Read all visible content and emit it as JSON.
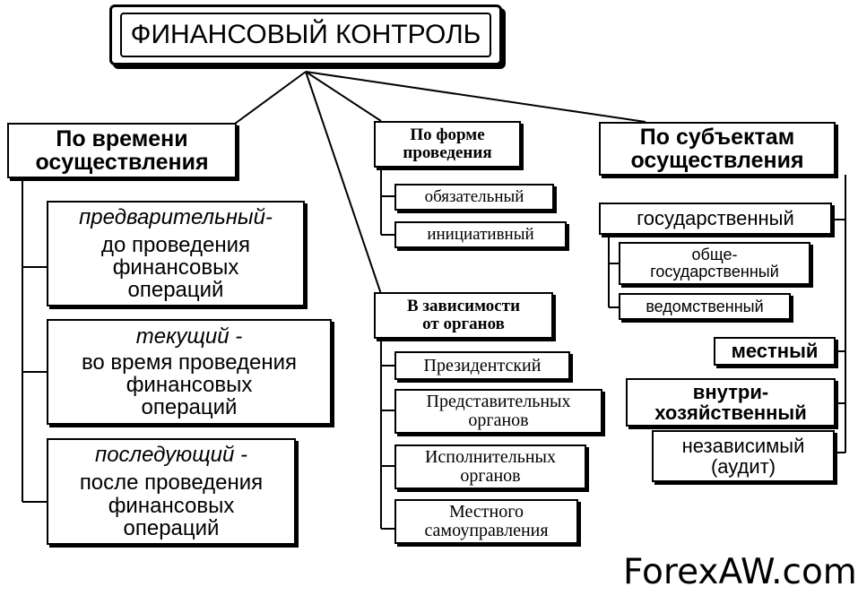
{
  "title": "ФИНАНСОВЫЙ КОНТРОЛЬ",
  "by_time": {
    "header_line1": "По времени",
    "header_line2": "осуществления",
    "items": [
      {
        "term": "предварительный-",
        "desc_line1": "до проведения",
        "desc_line2": "финансовых",
        "desc_line3": "операций"
      },
      {
        "term": "текущий -",
        "desc_line1": "во время проведения",
        "desc_line2": "финансовых",
        "desc_line3": "операций"
      },
      {
        "term": "последующий -",
        "desc_line1": "после проведения",
        "desc_line2": "финансовых",
        "desc_line3": "операций"
      }
    ]
  },
  "by_form": {
    "header_line1": "По форме",
    "header_line2": "проведения",
    "items": [
      "обязательный",
      "инициативный"
    ]
  },
  "by_organs": {
    "header_line1": "В зависимости",
    "header_line2": "от органов",
    "items": [
      {
        "line1": "Президентский",
        "line2": ""
      },
      {
        "line1": "Представительных",
        "line2": "органов"
      },
      {
        "line1": "Исполнительных",
        "line2": "органов"
      },
      {
        "line1": "Местного",
        "line2": "самоуправления"
      }
    ]
  },
  "by_subjects": {
    "header_line1": "По субъектам",
    "header_line2": "осуществления",
    "state": "государственный",
    "state_sub": [
      {
        "line1": "обще-",
        "line2": "государственный"
      },
      {
        "line1": "ведомственный",
        "line2": ""
      }
    ],
    "local": "местный",
    "internal_line1": "внутри-",
    "internal_line2": "хозяйственный",
    "independent_line1": "независимый",
    "independent_line2": "(аудит)"
  },
  "watermark": "ForexAW.com"
}
